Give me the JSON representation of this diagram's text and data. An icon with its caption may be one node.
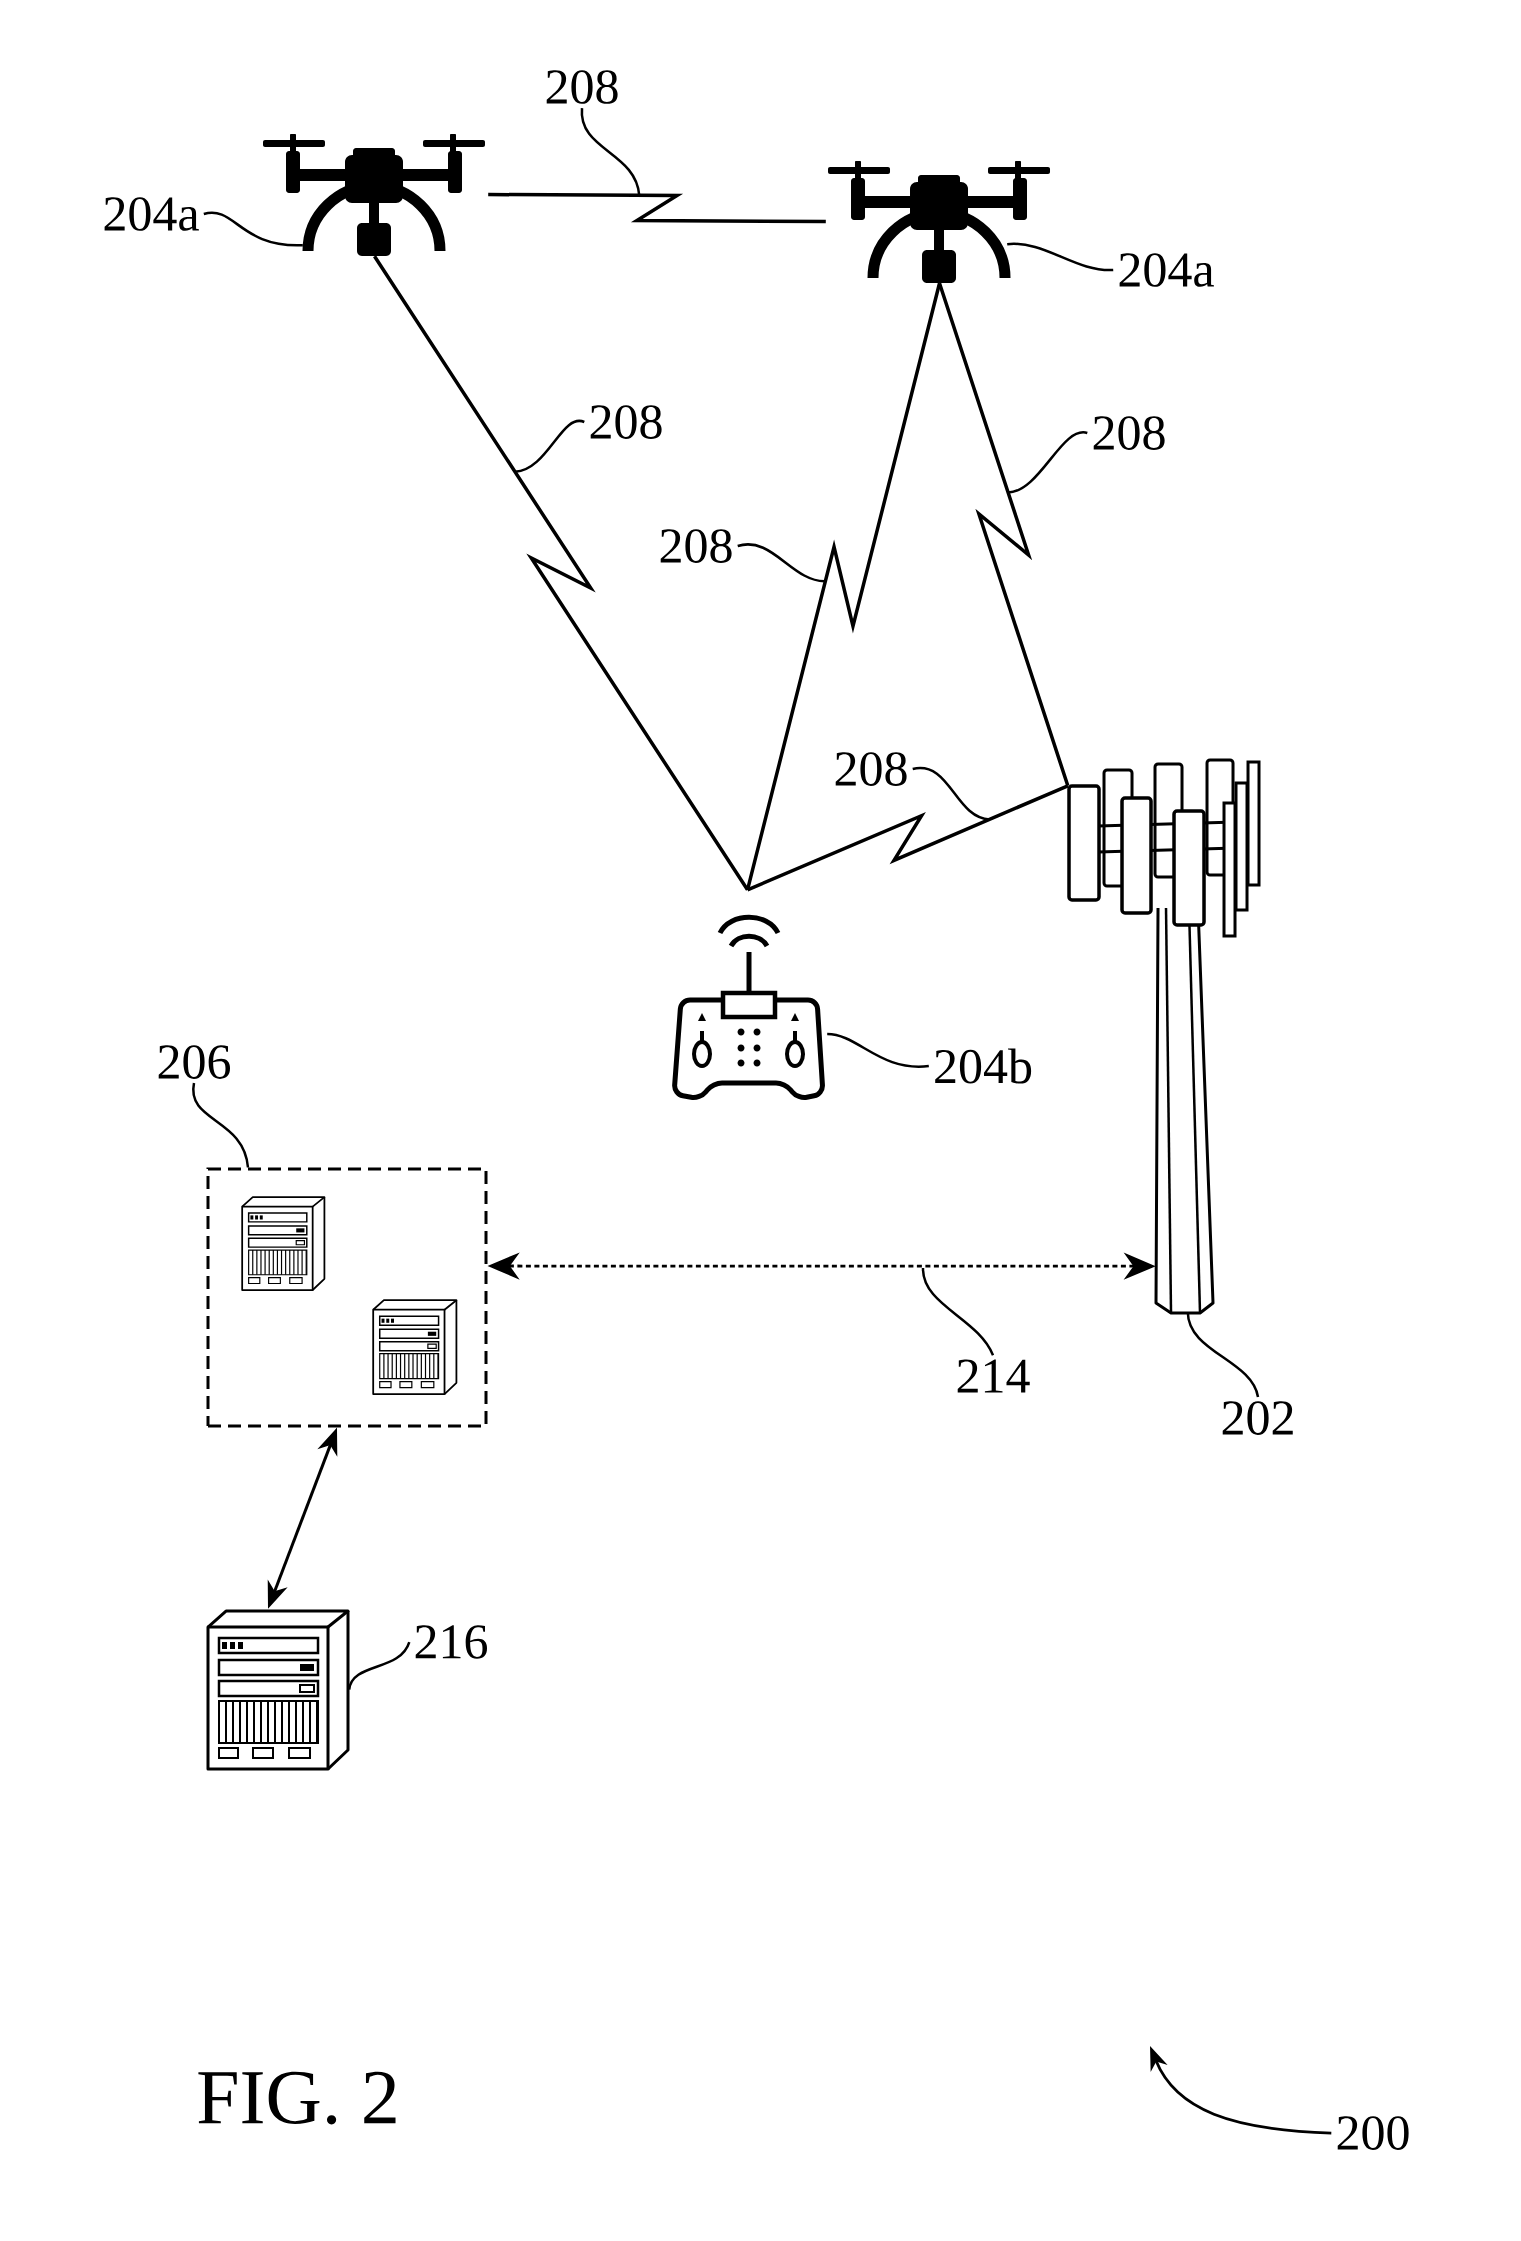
{
  "diagram": {
    "caption": "FIG. 2",
    "nodes": [
      {
        "text": [
          "208"
        ]
      },
      {
        "text": [],
        "shape": "picture"
      },
      {
        "text": [
          "204a"
        ]
      },
      {
        "text": [],
        "shape": "picture"
      },
      {
        "text": [
          "204a"
        ]
      },
      {
        "text": [
          "208"
        ]
      },
      {
        "text": [
          "208"
        ]
      },
      {
        "text": [
          "208"
        ]
      },
      {
        "text": [
          "208"
        ]
      },
      {
        "text": [],
        "shape": "picture"
      },
      {
        "text": [],
        "shape": "picture"
      },
      {
        "text": [
          "204b"
        ]
      },
      {
        "text": [
          "206"
        ]
      },
      {
        "text": [],
        "shape": "box"
      },
      {
        "text": [],
        "shape": "picture",
        "in": 13
      },
      {
        "text": [],
        "shape": "picture",
        "in": 13
      },
      {
        "text": [
          "214"
        ]
      },
      {
        "text": [
          "202"
        ]
      },
      {
        "text": [],
        "shape": "picture"
      },
      {
        "text": [
          "216"
        ]
      },
      {
        "text": [
          "200"
        ]
      }
    ],
    "edges": [
      {
        "from": 1,
        "to": 3,
        "arrow": "none"
      },
      {
        "from": 1,
        "to": 10,
        "arrow": "none"
      },
      {
        "from": 3,
        "to": 10,
        "arrow": "none"
      },
      {
        "from": 3,
        "to": 9,
        "arrow": "none"
      },
      {
        "from": 10,
        "to": 9,
        "arrow": "none"
      },
      {
        "from": 13,
        "to": 9,
        "arrow": "both",
        "style": "dashed"
      },
      {
        "from": 13,
        "to": 18,
        "arrow": "both"
      },
      {
        "from": 0,
        "to": null,
        "arrow": "none"
      },
      {
        "from": 2,
        "to": 1,
        "arrow": "none"
      },
      {
        "from": 4,
        "to": 3,
        "arrow": "none"
      },
      {
        "from": 5,
        "to": null,
        "arrow": "none"
      },
      {
        "from": 6,
        "to": null,
        "arrow": "none"
      },
      {
        "from": 7,
        "to": null,
        "arrow": "none"
      },
      {
        "from": 8,
        "to": null,
        "arrow": "none"
      },
      {
        "from": 11,
        "to": 10,
        "arrow": "none"
      },
      {
        "from": 12,
        "to": 13,
        "arrow": "none"
      },
      {
        "from": 16,
        "to": null,
        "arrow": "none"
      },
      {
        "from": 17,
        "to": 9,
        "arrow": "none"
      },
      {
        "from": 19,
        "to": 18,
        "arrow": "none"
      },
      {
        "from": 20,
        "to": null,
        "arrow": "to"
      }
    ]
  }
}
